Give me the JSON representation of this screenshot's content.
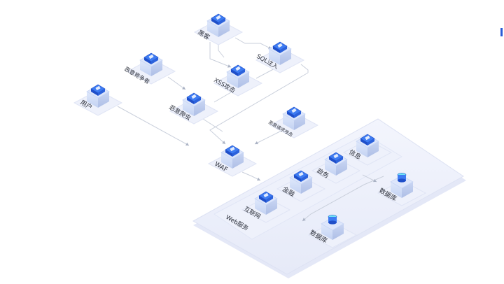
{
  "nodes": {
    "hacker": "黑客",
    "sql_injection": "SQL注入",
    "malicious_competitor": "恶意竞争者",
    "xss_attack": "XSS攻击",
    "malicious_crawler": "恶意爬虫",
    "user": "用户",
    "malicious_request": "恶意请求攻击",
    "waf": "WAF",
    "info": "信息",
    "government": "政务",
    "finance": "金融",
    "internet": "互联网",
    "web_service": "Web服务",
    "database_right": "数据库",
    "database_left": "数据库"
  },
  "colors": {
    "node_accent": "#3d7bf2",
    "node_dark": "#1f4fc9",
    "platform": "#eceffc",
    "edge_marker": "#2a5bd7"
  },
  "icons": {
    "attacker_node": "document-icon",
    "industry_node": "server-icon",
    "database_node": "database-icon"
  }
}
